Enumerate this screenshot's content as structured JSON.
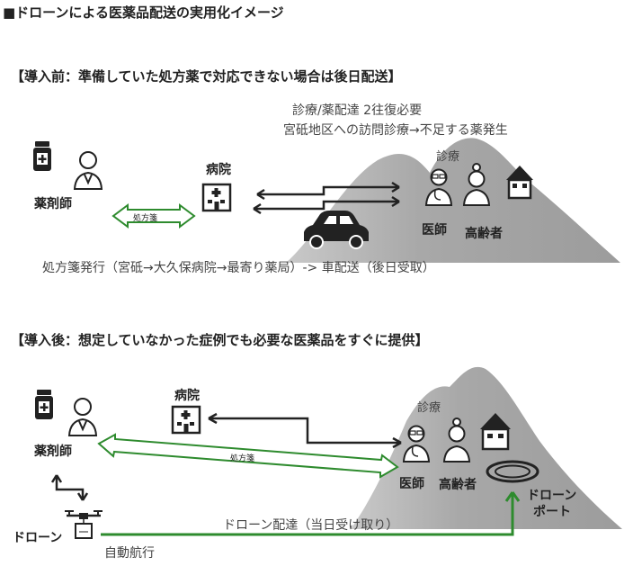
{
  "title": "■ドローンによる医薬品配送の実用化イメージ",
  "before": {
    "heading": "【導入前：準備していた処方薬で対応できない場合は後日配送】",
    "note_line1": "診療/薬配達 2往復必要",
    "note_line2": "宮砥地区への訪問診療→不足する薬発生",
    "pharmacist": "薬剤師",
    "prescription": "処方箋",
    "hospital": "病院",
    "consultation": "診療",
    "doctor": "医師",
    "elderly": "高齢者",
    "flow": "処方箋発行（宮砥→大久保病院→最寄り薬局）-> 車配送（後日受取）"
  },
  "after": {
    "heading": "【導入後：想定していなかった症例でも必要な医薬品をすぐに提供】",
    "pharmacist": "薬剤師",
    "hospital": "病院",
    "consultation": "診療",
    "prescription": "処方箋",
    "doctor": "医師",
    "elderly": "高齢者",
    "drone": "ドローン",
    "autonomous": "自動航行",
    "delivery": "ドローン配達（当日受け取り）",
    "port_line1": "ドローン",
    "port_line2": "ポート"
  },
  "colors": {
    "green": "#2e8b2e",
    "mountain": "#a9a9a9",
    "dark": "#222222"
  }
}
